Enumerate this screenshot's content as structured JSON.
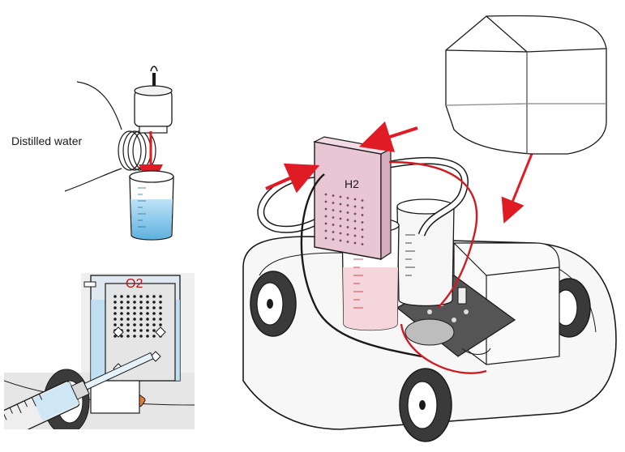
{
  "labels": {
    "distilled_water": "Distilled water",
    "o2_plate_mark": "O2",
    "h2_plate_mark": "H2"
  },
  "colors": {
    "arrow_red": "#e01b24",
    "water_blue": "#7cc3ea",
    "plate_pink": "#e8c6d3",
    "outline": "#1a1a1a",
    "gray_fill": "#dcdcdc"
  },
  "icons": [
    "syringe-icon",
    "beaker-icon",
    "wheel-icon",
    "fuel-cell-icon",
    "container-icon"
  ]
}
